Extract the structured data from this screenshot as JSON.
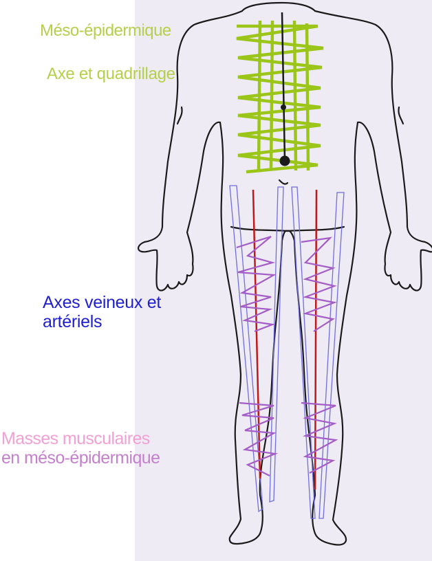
{
  "labels": {
    "meso_epidermique": "Méso-épidermique",
    "axe_quadrillage": "Axe et quadrillage",
    "axes_veineux_line1": "Axes veineux et",
    "axes_veineux_line2": "artériels",
    "masses_line1": "Masses musculaires",
    "masses_line2": "en méso-épidermique"
  },
  "colors": {
    "background_sheet": "#eeebf5",
    "outline": "#1a1a1a",
    "green_grid": "#9cc51a",
    "green_text": "#b5cf4a",
    "venous_axis": "#6f6de0",
    "arterial_axis": "#c01818",
    "muscle_zigzag": "#a45cc6",
    "blue_text": "#2020d0",
    "pink_text": "#f2a0d4",
    "mauve_text": "#c480cc"
  },
  "icons": [
    "human-body-back-outline"
  ]
}
